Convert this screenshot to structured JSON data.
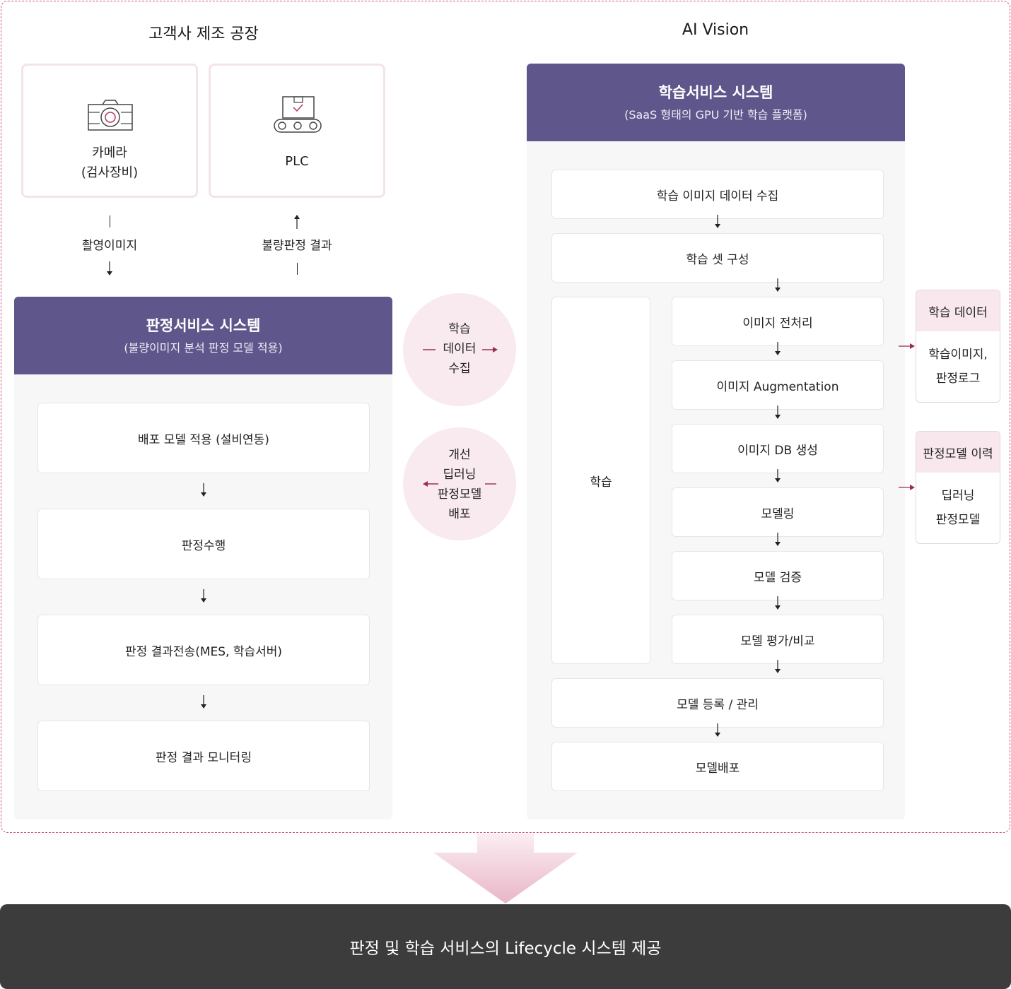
{
  "left_heading": "고객사 제조 공장",
  "right_heading": "AI Vision",
  "devices": {
    "camera": {
      "icon": "camera-icon",
      "line1": "카메라",
      "line2": "(검사장비)"
    },
    "plc": {
      "icon": "conveyor-box-icon",
      "label": "PLC"
    }
  },
  "flows": {
    "capture": "촬영이미지",
    "defect_result": "불량판정 결과"
  },
  "judgment_system": {
    "title": "판정서비스 시스템",
    "subtitle": "(불량이미지 분석 판정 모델 적용)",
    "steps": [
      "배포 모델 적용 (설비연동)",
      "판정수행",
      "판정 결과전송(MES, 학습서버)",
      "판정 결과 모니터링"
    ]
  },
  "exchange": {
    "collect": [
      "학습",
      "데이터",
      "수집"
    ],
    "deploy": [
      "개선",
      "딥러닝",
      "판정모델",
      "배포"
    ]
  },
  "learning_system": {
    "title": "학습서비스 시스템",
    "subtitle": "(SaaS 형태의 GPU 기반 학습 플랫폼)",
    "collect": "학습 이미지 데이터 수집",
    "set": "학습 셋 구성",
    "training_label": "학습",
    "training_steps": [
      "이미지 전처리",
      "이미지 Augmentation",
      "이미지 DB 생성",
      "모델링",
      "모델 검증",
      "모델 평가/비교"
    ],
    "register": "모델 등록 / 관리",
    "deploy": "모델배포"
  },
  "side_boxes": {
    "training_data": {
      "title": "학습 데이터",
      "lines": [
        "학습이미지,",
        "판정로그"
      ]
    },
    "model_history": {
      "title": "판정모델 이력",
      "lines": [
        "딥러닝",
        "판정모델"
      ]
    }
  },
  "bottom": "판정 및 학습 서비스의 Lifecycle 시스템 제공",
  "colors": {
    "header": "#5f568b",
    "accent": "#9c2a5a",
    "bar": "#3c3c3c",
    "circle": "#f9eaef"
  }
}
